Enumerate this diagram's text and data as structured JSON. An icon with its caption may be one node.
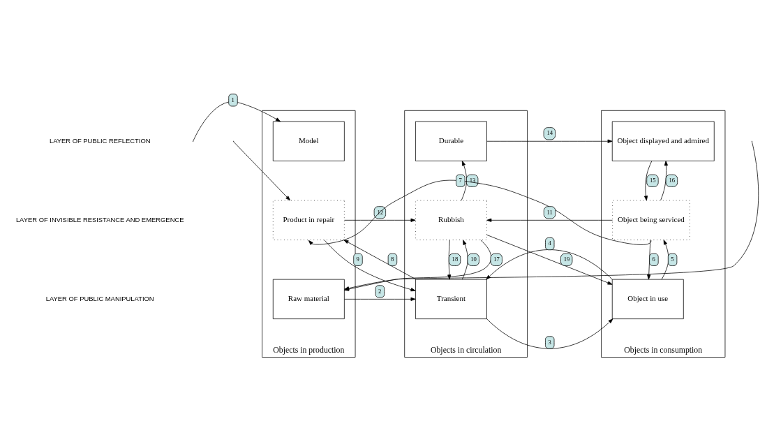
{
  "diagram": {
    "nodes": [
      {
        "text": [
          "Objects in production"
        ]
      },
      {
        "text": [
          "Model"
        ],
        "in": 0
      },
      {
        "text": [
          "Product in repair"
        ],
        "in": 0
      },
      {
        "text": [
          "Raw material"
        ],
        "in": 0
      },
      {
        "text": [
          "Objects in circulation"
        ]
      },
      {
        "text": [
          "Durable"
        ],
        "in": 4
      },
      {
        "text": [
          "Rubbish"
        ],
        "in": 4
      },
      {
        "text": [
          "Transient"
        ],
        "in": 4
      },
      {
        "text": [
          "Objects in consumption"
        ]
      },
      {
        "text": [
          "Object displayed and admired"
        ],
        "in": 8
      },
      {
        "text": [
          "Object being serviced"
        ],
        "in": 8
      },
      {
        "text": [
          "Object in use"
        ],
        "in": 8
      }
    ],
    "edges": [
      {
        "from": null,
        "to": 1,
        "arrow": "to",
        "label": "1"
      },
      {
        "from": null,
        "to": 2,
        "arrow": "to"
      },
      {
        "from": null,
        "to": 3,
        "arrow": "to"
      },
      {
        "from": 3,
        "to": 7,
        "arrow": "to",
        "label": "2"
      },
      {
        "from": 7,
        "to": 11,
        "arrow": "to",
        "label": "3"
      },
      {
        "from": 11,
        "to": 7,
        "arrow": "to",
        "label": "4"
      },
      {
        "from": 11,
        "to": 10,
        "arrow": "to",
        "label": "5"
      },
      {
        "from": 10,
        "to": 11,
        "arrow": "to",
        "label": "6"
      },
      {
        "from": 10,
        "to": 2,
        "arrow": "to",
        "label": "7"
      },
      {
        "from": 7,
        "to": 2,
        "arrow": "to",
        "label": "8"
      },
      {
        "from": 2,
        "to": 7,
        "arrow": "to",
        "label": "9"
      },
      {
        "from": 7,
        "to": 6,
        "arrow": "to",
        "label": "10"
      },
      {
        "from": 10,
        "to": 6,
        "arrow": "to",
        "label": "11"
      },
      {
        "from": 2,
        "to": 6,
        "arrow": "to",
        "label": "12"
      },
      {
        "from": 6,
        "to": 5,
        "arrow": "to",
        "label": "13"
      },
      {
        "from": 5,
        "to": 9,
        "arrow": "to",
        "label": "14"
      },
      {
        "from": 9,
        "to": 10,
        "arrow": "to",
        "label": "15"
      },
      {
        "from": 10,
        "to": 9,
        "arrow": "to",
        "label": "16"
      },
      {
        "from": 6,
        "to": 3,
        "arrow": "to",
        "label": "17"
      },
      {
        "from": 6,
        "to": 7,
        "arrow": "to",
        "label": "18"
      },
      {
        "from": 6,
        "to": 11,
        "arrow": "to",
        "label": "19"
      }
    ],
    "labels": [
      "LAYER OF PUBLIC REFLECTION",
      "LAYER OF INVISIBLE RESISTANCE AND EMERGENCE",
      "LAYER OF PUBLIC MANIPULATION"
    ]
  }
}
